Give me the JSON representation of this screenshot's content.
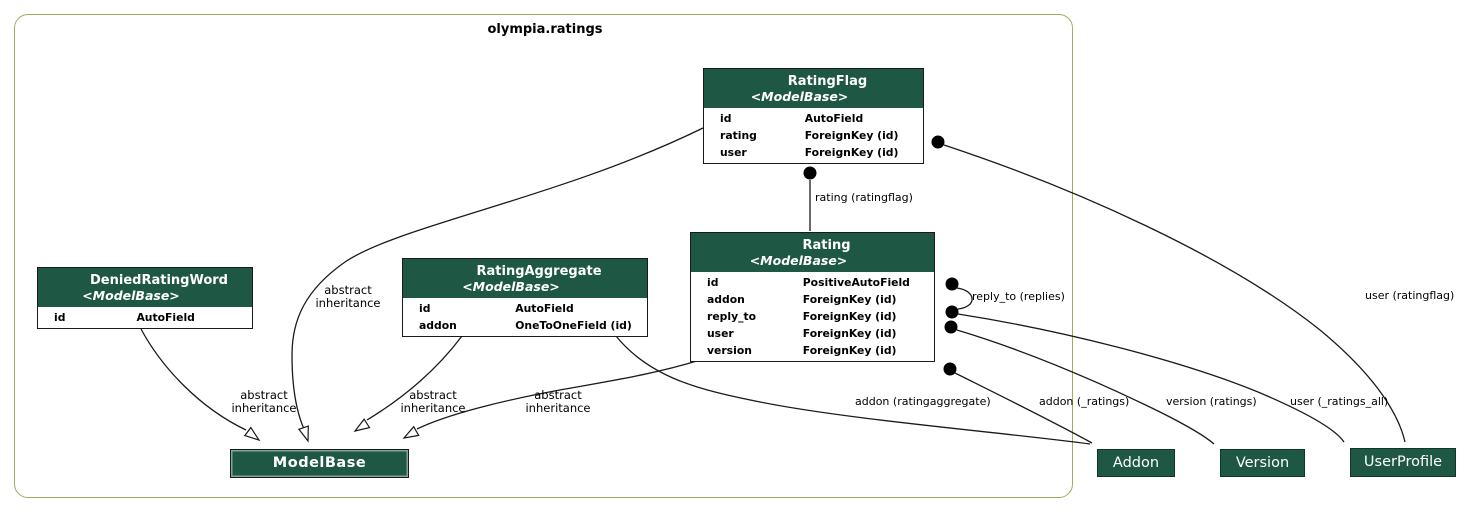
{
  "cluster": {
    "title": "olympia.ratings"
  },
  "models": [
    {
      "name": "DeniedRatingWord",
      "base": "<ModelBase>",
      "fields": [
        {
          "name": "id",
          "type": "AutoField"
        }
      ]
    },
    {
      "name": "RatingAggregate",
      "base": "<ModelBase>",
      "fields": [
        {
          "name": "id",
          "type": "AutoField"
        },
        {
          "name": "addon",
          "type": "OneToOneField (id)"
        }
      ]
    },
    {
      "name": "RatingFlag",
      "base": "<ModelBase>",
      "fields": [
        {
          "name": "id",
          "type": "AutoField"
        },
        {
          "name": "rating",
          "type": "ForeignKey (id)"
        },
        {
          "name": "user",
          "type": "ForeignKey (id)"
        }
      ]
    },
    {
      "name": "Rating",
      "base": "<ModelBase>",
      "fields": [
        {
          "name": "id",
          "type": "PositiveAutoField"
        },
        {
          "name": "addon",
          "type": "ForeignKey (id)"
        },
        {
          "name": "reply_to",
          "type": "ForeignKey (id)"
        },
        {
          "name": "user",
          "type": "ForeignKey (id)"
        },
        {
          "name": "version",
          "type": "ForeignKey (id)"
        }
      ]
    }
  ],
  "nodes": {
    "modelbase": "ModelBase",
    "addon": "Addon",
    "version": "Version",
    "userprofile": "UserProfile"
  },
  "edge_labels": {
    "rating_ratingflag": "rating (ratingflag)",
    "reply_to_replies": "reply_to (replies)",
    "addon_ratingaggregate": "addon (ratingaggregate)",
    "addon_ratings": "addon (_ratings)",
    "version_ratings": "version (ratings)",
    "user_ratings_all": "user (_ratings_all)",
    "user_ratingflag": "user (ratingflag)",
    "abstract_inheritance": "abstract\ninheritance"
  },
  "colors": {
    "node_fill_green": "#1e5845",
    "cluster_border_olive": "#a0ad5f",
    "edge_black": "#1a1a1a",
    "node_text_white": "#ffffff"
  }
}
